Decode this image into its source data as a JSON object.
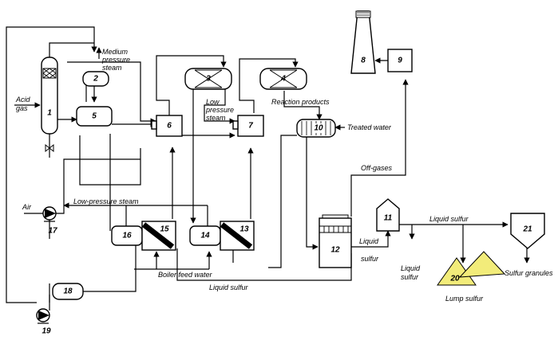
{
  "diagram": {
    "units": {
      "u1": "1",
      "u2": "2",
      "u3": "3",
      "u4": "4",
      "u5": "5",
      "u6": "6",
      "u7": "7",
      "u8": "8",
      "u9": "9",
      "u10": "10",
      "u11": "11",
      "u12": "12",
      "u13": "13",
      "u14": "14",
      "u15": "15",
      "u16": "16",
      "u17": "17",
      "u18": "18",
      "u19": "19",
      "u20": "20",
      "u21": "21"
    },
    "labels": {
      "acid": "Acid",
      "gas": "gas",
      "air": "Air",
      "medium_pressure_steam_1": "Medium",
      "medium_pressure_steam_2": "pressure",
      "medium_pressure_steam_3": "steam",
      "low_pressure_steam_1": "Low",
      "low_pressure_steam_2": "pressure",
      "low_pressure_steam_3": "steam",
      "reaction_products": "Reaction products",
      "treated_water": "Treated water",
      "off_gases": "Off-gases",
      "low_pressure_steam_line": "Low-pressure   steam",
      "boiler_feed_water": "Boiler feed water",
      "liquid_sulfur_bottom": "Liquid sulfur",
      "liquid_12_1": "Liquid",
      "liquid_12_2": "sulfur",
      "liquid_sulfur_11": "Liquid sulfur",
      "liquid_sulfur_down_1": "Liquid",
      "liquid_sulfur_down_2": "sulfur",
      "lump_sulfur": "Lump sulfur",
      "sulfur_granules": "Sulfur granules"
    }
  }
}
